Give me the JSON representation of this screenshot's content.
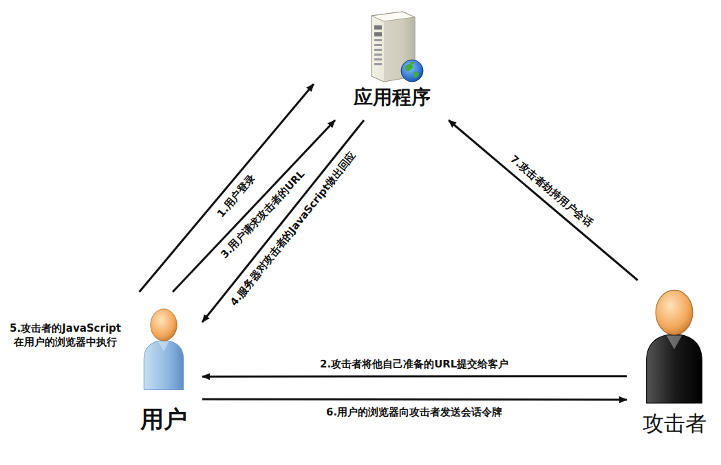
{
  "diagram": {
    "nodes": [
      {
        "text": [
          "应用程序"
        ]
      },
      {
        "text": [
          "用户"
        ]
      },
      {
        "text": [
          "攻击者"
        ]
      }
    ],
    "edges": [
      {
        "from": 1,
        "to": 0,
        "label": "1.用户登录",
        "arrow": "to"
      },
      {
        "from": 2,
        "to": 1,
        "label": "2.攻击者将他自己准备的URL提交给客户",
        "arrow": "to"
      },
      {
        "from": 1,
        "to": 0,
        "label": "3.用户请求攻击者的URL",
        "arrow": "to"
      },
      {
        "from": 0,
        "to": 1,
        "label": "4.服务器对攻击者的JavaScript做出回应",
        "arrow": "to"
      },
      {
        "from": 1,
        "to": 2,
        "label": "6.用户的浏览器向攻击者发送会话令牌",
        "arrow": "to"
      },
      {
        "from": 2,
        "to": 0,
        "label": "7.攻击者劫持用户会话",
        "arrow": "to"
      }
    ],
    "labels": [
      "5.攻击者的JavaScript在用户的浏览器中执行"
    ]
  }
}
